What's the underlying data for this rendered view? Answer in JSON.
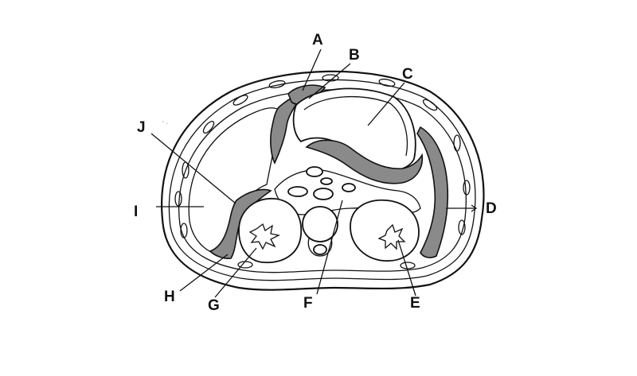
{
  "labels": {
    "A": "A",
    "B": "B",
    "C": "C",
    "D": "D",
    "E": "E",
    "F": "F",
    "G": "G",
    "H": "H",
    "I": "I",
    "J": "J"
  }
}
